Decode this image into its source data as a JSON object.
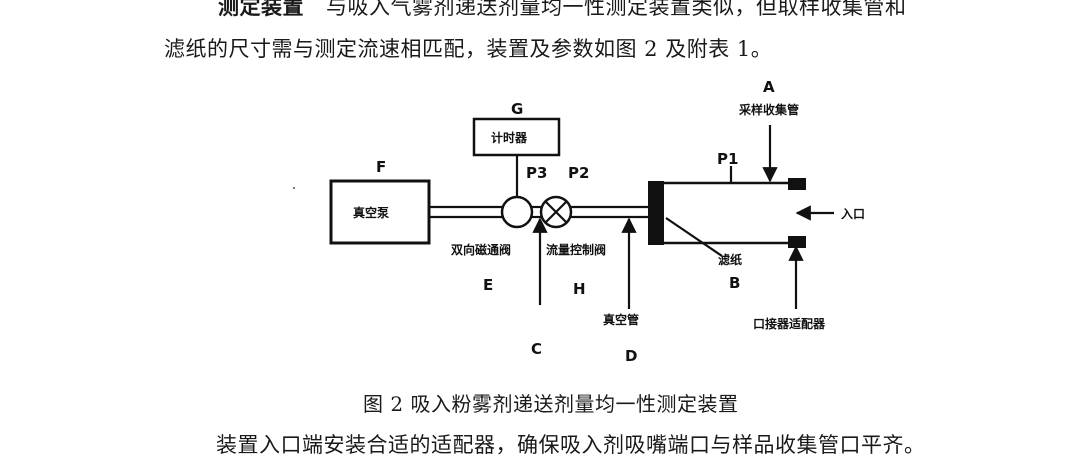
{
  "text": {
    "line1_bold": "测定装置",
    "line1_rest": "与吸入气雾剂递送剂量均一性测定装置类似，但取样收集管和",
    "line2": "滤纸的尺寸需与测定流速相匹配，装置及参数如图 2 及附表 1。",
    "caption": "图 2  吸入粉雾剂递送剂量均一性测定装置",
    "line4": "装置入口端安装合适的适配器，确保吸入剂吸嘴端口与样品收集管口平齐。"
  },
  "diagram": {
    "letters": {
      "A": "A",
      "B": "B",
      "C": "C",
      "D": "D",
      "E": "E",
      "F": "F",
      "G": "G",
      "H": "H"
    },
    "labels": {
      "sampling_tube": "采样收集管",
      "timer": "计时器",
      "pump": "真空泵",
      "p1": "P1",
      "p2": "P2",
      "p3": "P3",
      "inlet": "入口",
      "solenoid_valve": "双向磁通阀",
      "flow_valve": "流量控制阀",
      "filter": "滤纸",
      "vacuum_tube": "真空管",
      "adapter": "口接器适配器"
    }
  }
}
